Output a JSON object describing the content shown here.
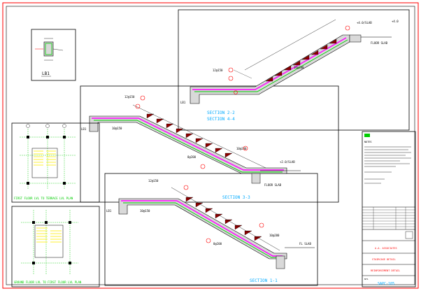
{
  "drawing": {
    "colors": {
      "sheet_border": "#ff0000",
      "frame": "#000000",
      "concrete_fill": "#d9d9d9",
      "concrete_edge": "#000000",
      "rebar_main": "#00cc00",
      "rebar_dist": "#ff00ff",
      "step_fill": "#8b0000",
      "dimension": "#000000",
      "leader_label": "#ff0000",
      "section_title": "#00aaff",
      "plan_title": "#00cc00",
      "plan_steps": "#ffee00",
      "plan_grid": "#00cc00"
    },
    "detail_label": "LB1",
    "section_titles": {
      "s1": "SECTION 1-1",
      "s2": "SECTION 2-2",
      "s3": "SECTION 3-3",
      "s4": "SECTION 4-4"
    },
    "slab_labels": {
      "lb1": "LB1",
      "floor_slab": "FLOOR SLAB",
      "fl_slab": "FL SLAB"
    },
    "level_tags": {
      "top_a": "+4.0/SLAB",
      "top_b": "+4.0",
      "mid_a": "+2.0/SLAB",
      "bot_a": "FL SLAB"
    },
    "bar_marks": {
      "m1": "10@200",
      "m2": "12@150",
      "m3": "10@150",
      "m4": "8@200"
    },
    "plan_titles": {
      "upper": "FIRST FLOOR LVL TO TERRACE LVL PLAN",
      "lower": "GROUND FLOOR LVL TO FIRST FLOOR LVL PLAN"
    },
    "title_block": {
      "notes_heading": "NOTES",
      "project": "STAIRCASE DETAIL",
      "drawing_title": "REINFORCEMENT DETAIL",
      "drawing_no": "SAPC-105",
      "client_line": "A.A. ASSOCIATES",
      "scale_line": "NTS"
    }
  }
}
